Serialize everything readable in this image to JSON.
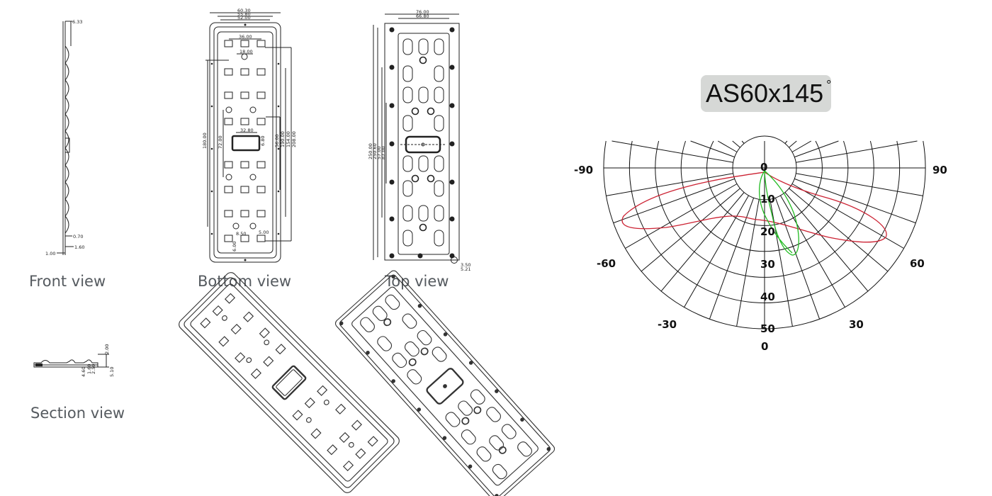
{
  "labels": {
    "front_view": "Front view",
    "bottom_view": "Bottom view",
    "top_view": "Top view",
    "section_view": "Section view"
  },
  "front_dims": {
    "top": "6.33",
    "d1": "0.70",
    "d2": "1.60",
    "d3": "1.00"
  },
  "bottom_dims": {
    "w1": "60.30",
    "w2": "55.80",
    "w3": "52.00",
    "p1": "36.00",
    "p2": "18.00",
    "c": "32.80",
    "h1": "180.00",
    "h2": "72.00",
    "h3": "6.80",
    "v1": "56.00",
    "v2": "190.00",
    "v3": "154.00",
    "v4": "208.00",
    "b1": "8.50",
    "b2": "5.00",
    "b3": "6.00"
  },
  "top_dims": {
    "w1": "76.00",
    "w2": "66.80",
    "h1": "250.00",
    "h2": "250.60",
    "h3": "57.00",
    "h4": "87.00",
    "d1": "3.50",
    "d2": "5.21"
  },
  "section_dims": {
    "a": "2.00",
    "b": "4.60",
    "c": "1.60",
    "d": "2.50",
    "e": "5.10"
  },
  "title": {
    "text": "AS60x145",
    "unit": "°"
  },
  "polar": {
    "angle_labels": {
      "left90": "-90",
      "right90": "90",
      "left60": "-60",
      "right60": "60",
      "left30": "-30",
      "right30": "30",
      "bottom": "0"
    },
    "radial_labels": [
      "0",
      "10",
      "20",
      "30",
      "40",
      "50"
    ],
    "series_colors": {
      "c0_180": "#cc2233",
      "c90_270": "#22bb22"
    }
  }
}
